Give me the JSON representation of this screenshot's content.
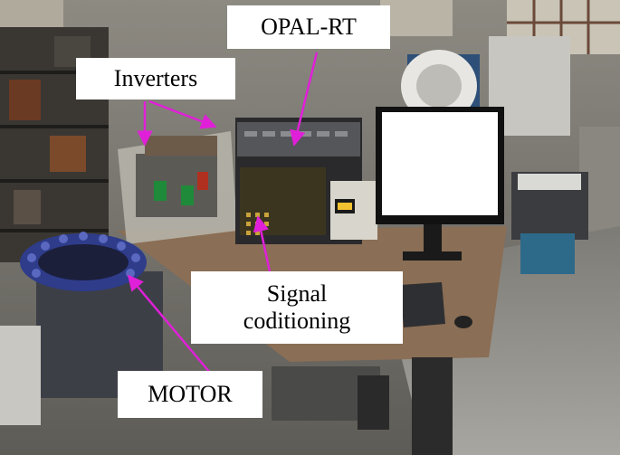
{
  "labels": {
    "opal_rt": "OPAL-RT",
    "inverters": "Inverters",
    "signal_line1": "Signal",
    "signal_line2": "coditioning",
    "motor": "MOTOR"
  },
  "colors": {
    "arrow": "#e020d8",
    "label_bg": "#ffffff"
  }
}
